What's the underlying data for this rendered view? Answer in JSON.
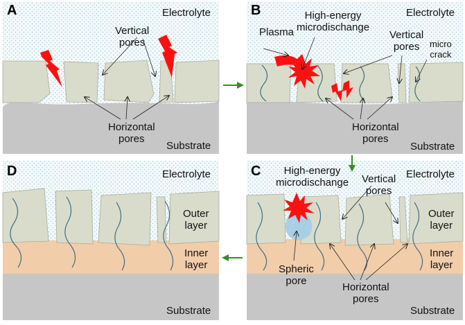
{
  "colors": {
    "electrolyte_dots": "#a9cdd6",
    "coating": "#d9dccb",
    "coating_edge": "#a9ad98",
    "substrate": "#c6c6c6",
    "inner_layer": "#f2cda9",
    "spark": "#ff1010",
    "crack": "#3d6f86",
    "pore_bubble": "#a9cfe6",
    "arrow": "#3a8a2a"
  },
  "panels": {
    "A": {
      "letter": "A",
      "electrolyte": "Electrolyte",
      "vertical_pores": "Vertical\npores",
      "horizontal_pores": "Horizontal\npores",
      "substrate": "Substrate"
    },
    "B": {
      "letter": "B",
      "electrolyte": "Electrolyte",
      "plasma": "Plasma",
      "high_energy": "High-energy\nmicrodischange",
      "vertical_pores": "Vertical\npores",
      "micro_crack": "micro\ncrack",
      "horizontal_pores": "Horizontal\npores",
      "substrate": "Substrate"
    },
    "C": {
      "letter": "C",
      "electrolyte": "Electrolyte",
      "high_energy": "High-energy\nmicrodischange",
      "vertical_pores": "Vertical\npores",
      "outer_layer": "Outer\nlayer",
      "inner_layer": "Inner\nlayer",
      "spheric_pore": "Spheric\npore",
      "horizontal_pores": "Horizontal\npores",
      "substrate": "Substrate"
    },
    "D": {
      "letter": "D",
      "electrolyte": "Electrolyte",
      "outer_layer": "Outer\nlayer",
      "inner_layer": "Inner\nlayer",
      "substrate": "Substrate"
    }
  }
}
